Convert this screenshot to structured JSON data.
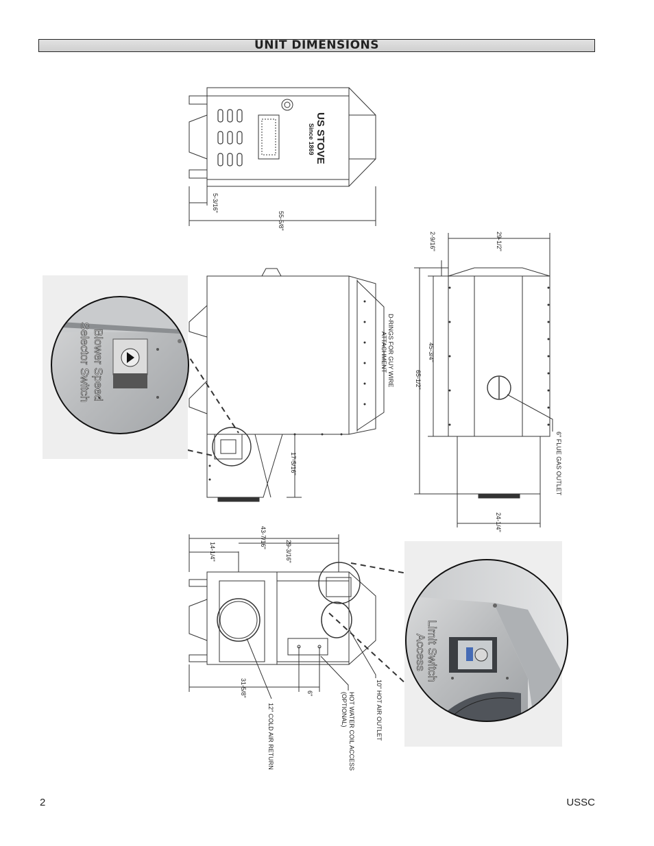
{
  "title": "UNIT DIMENSIONS",
  "footer": {
    "page_number": "2",
    "brand": "USSC"
  },
  "top_view": {
    "logo_text": "US STOVE",
    "logo_sub": "Since 1869",
    "dim_offset": "5-3/16\"",
    "dim_length": "55-5/8\""
  },
  "side_view": {
    "d_rings_label_1": "D-RINGS FOR GUY WIRE",
    "d_rings_label_2": "ATTACHMENT",
    "dim_base": "17-5/16\"",
    "inset_label_1": "Blower Speed",
    "inset_label_2": "Selector Switch"
  },
  "end_view": {
    "dim_top_offset": "2-9/16\"",
    "dim_width": "29-1/2\"",
    "dim_body": "45-3/4\"",
    "dim_total": "65-1/2\"",
    "dim_base_width": "24-1/4\"",
    "flue_label": "6\" FLUE GAS OUTLET"
  },
  "bottom_view": {
    "dim_overall": "43-7/16\"",
    "dim_mid": "29-3/16\"",
    "dim_left": "14-1/4\"",
    "dim_bottom": "31-5/8\"",
    "dim_six": "6\"",
    "cold_air_label": "12\" COLD AIR RETURN",
    "coil_label_1": "HOT WATER COIL ACCESS",
    "coil_label_2": "(OPTIONAL)",
    "hot_air_label": "10\" HOT AIR OUTLET",
    "inset_label_1": "Limit Switch",
    "inset_label_2": "Access"
  }
}
